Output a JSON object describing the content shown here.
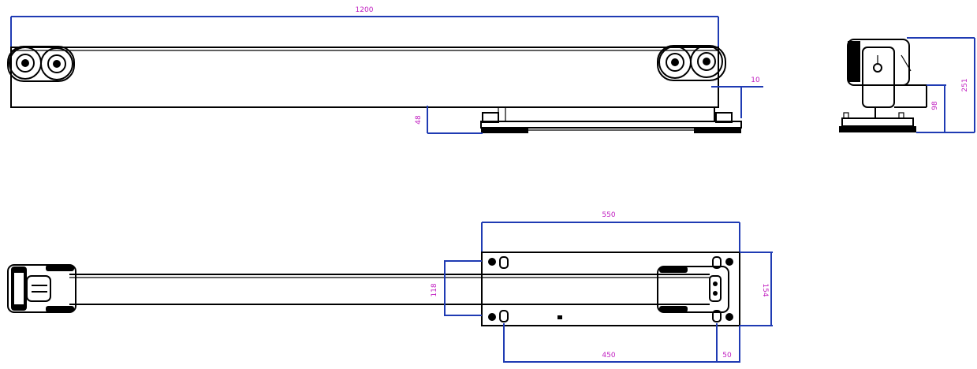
{
  "colors": {
    "outline": "#000000",
    "dimension_line": "#1f3bb3",
    "dimension_text": "#c01cc0",
    "background": "#ffffff"
  },
  "dimensions": {
    "overall_length": "1200",
    "right_offset": "10",
    "base_height_left": "48",
    "side_height": "98",
    "side_total_height": "251",
    "plate_width": "550",
    "plate_depth": "154",
    "arm_width": "118",
    "hole_spacing": "450",
    "hole_edge": "50"
  }
}
